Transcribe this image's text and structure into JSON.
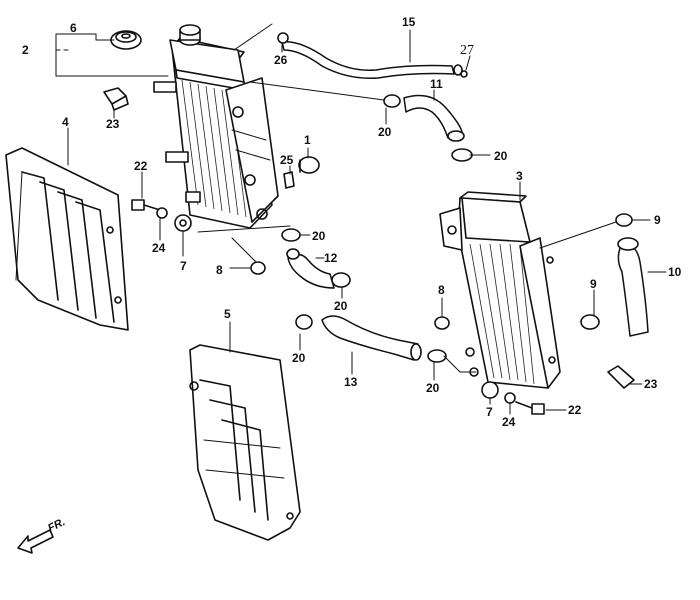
{
  "callouts": {
    "c1": "1",
    "c2": "2",
    "c3": "3",
    "c4": "4",
    "c5": "5",
    "c6": "6",
    "c7a": "7",
    "c7b": "7",
    "c8a": "8",
    "c8b": "8",
    "c9a": "9",
    "c9b": "9",
    "c10": "10",
    "c11": "11",
    "c12": "12",
    "c13": "13",
    "c15": "15",
    "c20a": "20",
    "c20b": "20",
    "c20c": "20",
    "c20d": "20",
    "c20e": "20",
    "c20f": "20",
    "c22a": "22",
    "c22b": "22",
    "c23a": "23",
    "c23b": "23",
    "c24a": "24",
    "c24b": "24",
    "c25": "25",
    "c26": "26",
    "c27": "27"
  },
  "front_indicator": {
    "label": "FR."
  }
}
